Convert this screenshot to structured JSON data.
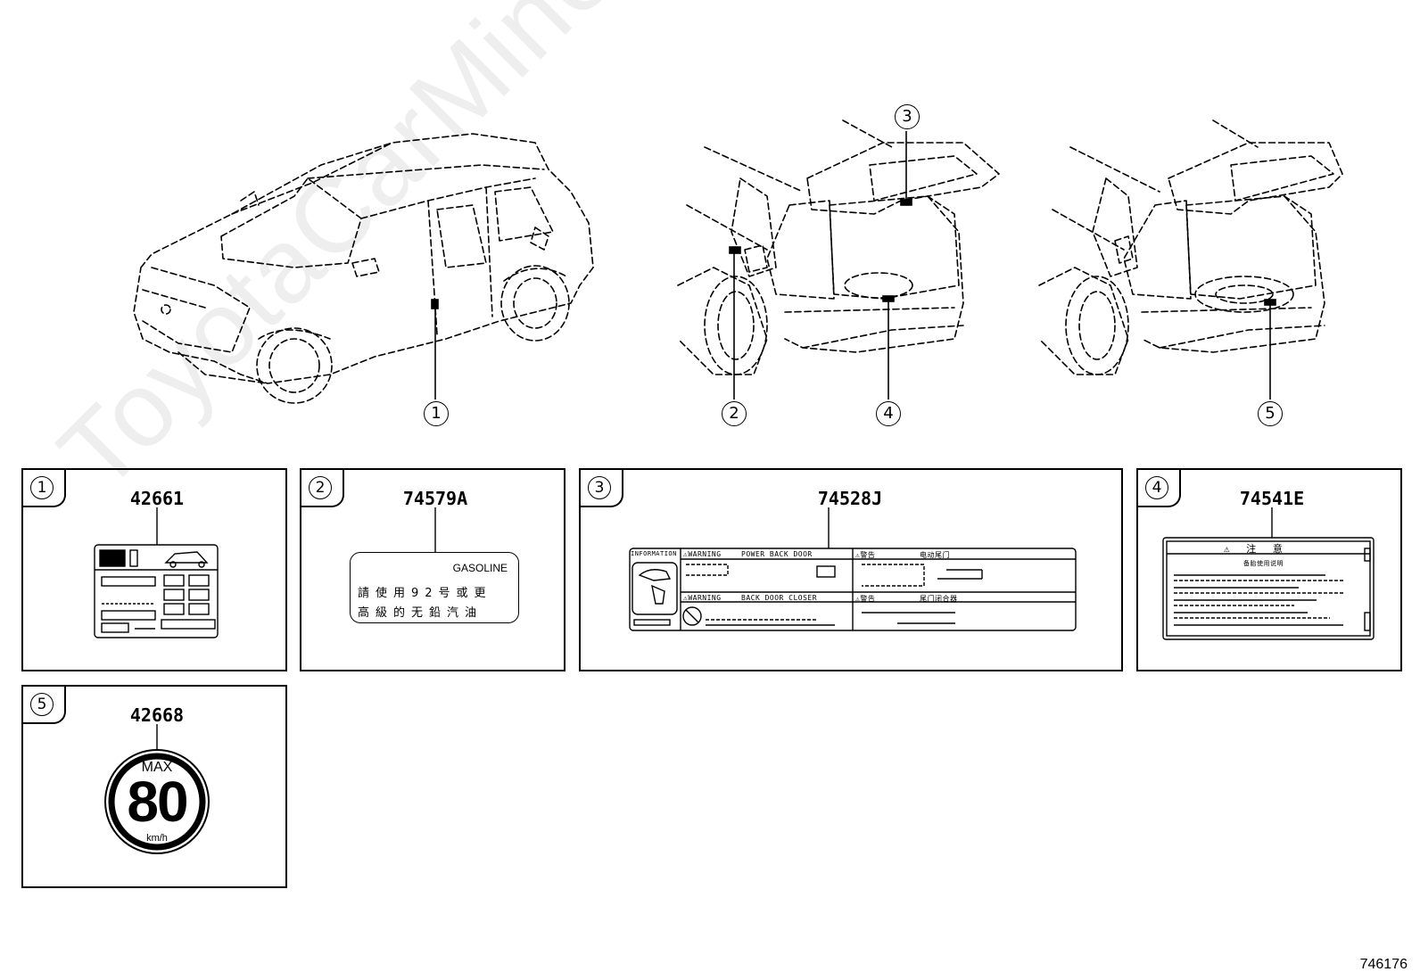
{
  "watermark": "ToyotaCarMiner.ru",
  "figure_id": "746176",
  "callouts": [
    "1",
    "2",
    "3",
    "4",
    "5"
  ],
  "panels": [
    {
      "num": "1",
      "part": "42661"
    },
    {
      "num": "2",
      "part": "74579A",
      "label": {
        "lang_tag": "GASOLINE",
        "line1": "請使用92号或更",
        "line2": "高級的无鉛汽油"
      }
    },
    {
      "num": "3",
      "part": "74528J",
      "label": {
        "info": "INFORMATION",
        "warn1": "⚠WARNING",
        "warn1_title": "POWER BACK DOOR",
        "warn1_cn": "⚠警告",
        "warn1_cn_title": "电动尾门",
        "warn2": "⚠WARNING",
        "warn2_title": "BACK DOOR CLOSER",
        "warn2_cn": "⚠警告",
        "warn2_cn_title": "尾门闭合器"
      }
    },
    {
      "num": "4",
      "part": "74541E",
      "label": {
        "title": "⚠ 注 意",
        "sub": "备胎使用说明"
      }
    },
    {
      "num": "5",
      "part": "42668",
      "label": {
        "top": "MAX",
        "value": "80",
        "unit": "km/h"
      }
    }
  ]
}
